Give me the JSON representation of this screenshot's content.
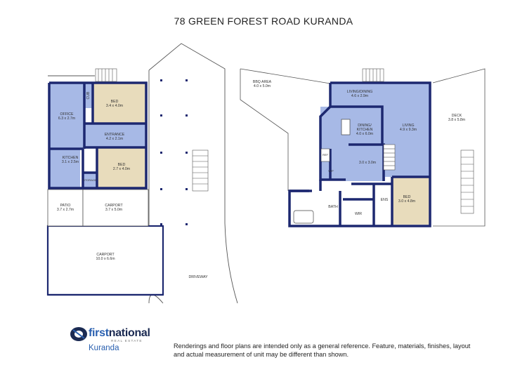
{
  "title": "78 GREEN FOREST ROAD KURANDA",
  "rooms_left": {
    "bed1": {
      "name": "BED",
      "size": "3.4 x 4.0m"
    },
    "office": {
      "name": "OFFICE",
      "size": "6.3 x 2.7m"
    },
    "cub": "CUB",
    "entrance": {
      "name": "ENTRANCE",
      "size": "4.2 x 2.1m"
    },
    "kitchen": {
      "name": "KITCHEN",
      "size": "3.1 x 2.5m"
    },
    "bed2": {
      "name": "BED",
      "size": "2.7 x 4.0m"
    },
    "storage": "STORAGE",
    "patio": {
      "name": "PATIO",
      "size": "3.7 x 2.7m"
    },
    "carport1": {
      "name": "CARPORT",
      "size": "3.7 x 5.0m"
    },
    "carport2": {
      "name": "CARPORT",
      "size": "10.0 x 6.6m"
    },
    "driveway": "DRIVEWAY"
  },
  "rooms_right": {
    "bbq": {
      "name": "BBQ AREA",
      "size": "4.0 x 5.0m"
    },
    "living_dining": {
      "name": "LIVING/DINING",
      "size": "4.6 x 2.9m"
    },
    "dining_kitchen": {
      "name": "DINING/",
      "name2": "KITCHEN",
      "size": "4.0 x 6.0m"
    },
    "living": {
      "name": "LIVING",
      "size": "4.9 x 9.3m"
    },
    "deck": {
      "name": "DECK",
      "size": "3.8 x 5.8m"
    },
    "ref": "REF",
    "wp": "W/P",
    "room30": {
      "size": "3.0 x 3.0m"
    },
    "bed": {
      "name": "BED",
      "size": "3.0 x 4.8m"
    },
    "bath": "BATH",
    "wir": "WIR",
    "ens": "ENS"
  },
  "logo": {
    "brand_first": "first",
    "brand_national": "national",
    "subtitle": "REAL ESTATE",
    "office": "Kuranda"
  },
  "disclaimer": "Renderings and floor plans are intended only as a general reference. Feature, materials, finishes, layout and actual measurement of unit may be different than shown.",
  "colors": {
    "wall": "#1d2870",
    "blue_room": "#a7b9e6",
    "tan_room": "#e8dcbc",
    "outline": "#444444"
  }
}
